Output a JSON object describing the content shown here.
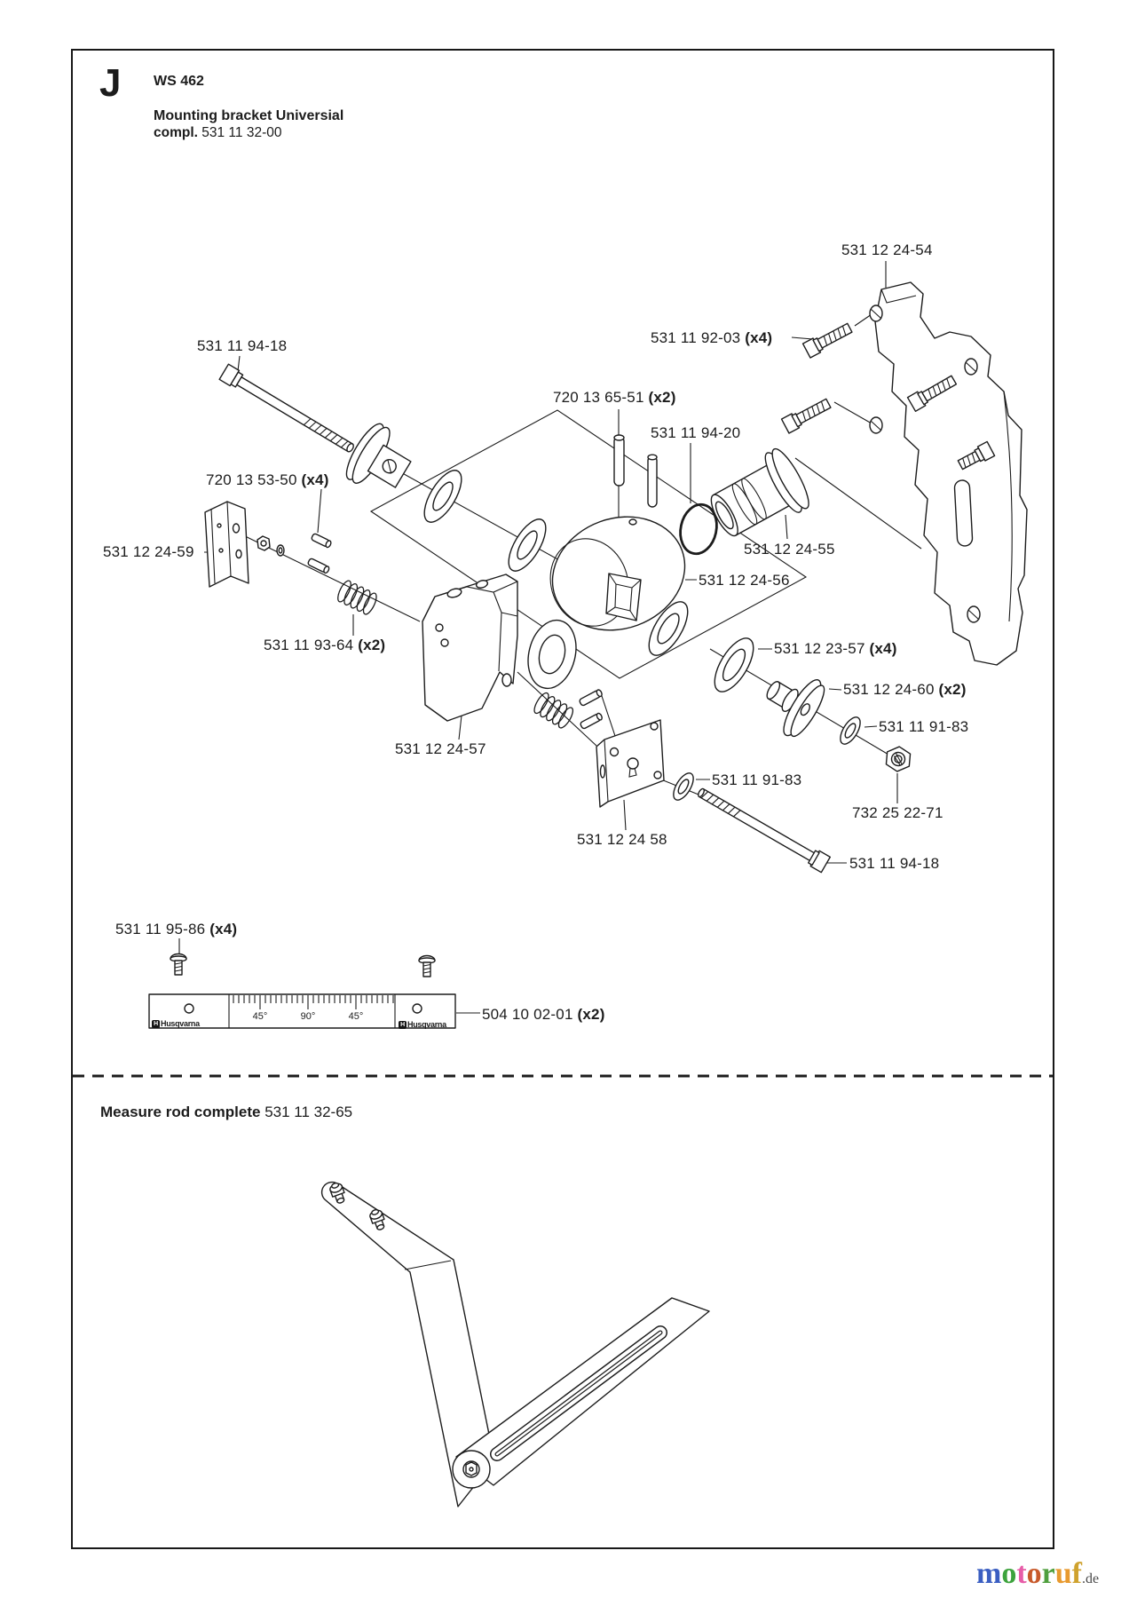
{
  "header": {
    "section_letter": "J",
    "model": "WS 462",
    "title": "Mounting bracket Universial",
    "compl_label": "compl.",
    "compl_number": "531 11 32-00"
  },
  "parts": [
    {
      "number": "531 12 24-54"
    },
    {
      "number": "531 11 92-03",
      "qty": " (x4)"
    },
    {
      "number": "531 11 94-18"
    },
    {
      "number": "720 13 65-51",
      "qty": " (x2)"
    },
    {
      "number": "531 11 94-20"
    },
    {
      "number": "720 13 53-50",
      "qty": " (x4)"
    },
    {
      "number": "531 12 24-59"
    },
    {
      "number": "531 12 24-55"
    },
    {
      "number": "531 12 24-56"
    },
    {
      "number": "531 11 93-64",
      "qty": " (x2)"
    },
    {
      "number": "531 12 23-57",
      "qty": " (x4)"
    },
    {
      "number": "531 12 24-60",
      "qty": " (x2)"
    },
    {
      "number": "531 11 91-83"
    },
    {
      "number": "531 12 24-57"
    },
    {
      "number": "531 11 91-83"
    },
    {
      "number": "732 25 22-71"
    },
    {
      "number": "531 12 24 58"
    },
    {
      "number": "531 11 94-18"
    },
    {
      "number": "531 11 95-86",
      "qty": " (x4)"
    },
    {
      "number": "504 10 02-01",
      "qty": " (x2)"
    }
  ],
  "ruler": {
    "brand": "Husqvarna",
    "logo_char": "H",
    "angles": [
      "45°",
      "90°",
      "45°"
    ]
  },
  "measure_rod": {
    "title": "Measure rod complete",
    "number": "531 11 32-65"
  },
  "watermark": {
    "letters": [
      [
        "m",
        "#3a5ec2"
      ],
      [
        "o",
        "#3da33d"
      ],
      [
        "t",
        "#e75da8"
      ],
      [
        "o",
        "#c85a2b"
      ],
      [
        "r",
        "#4f9f3e"
      ],
      [
        "u",
        "#e89a2f"
      ],
      [
        "f",
        "#cfa22e"
      ]
    ],
    "suffix": ".de"
  }
}
